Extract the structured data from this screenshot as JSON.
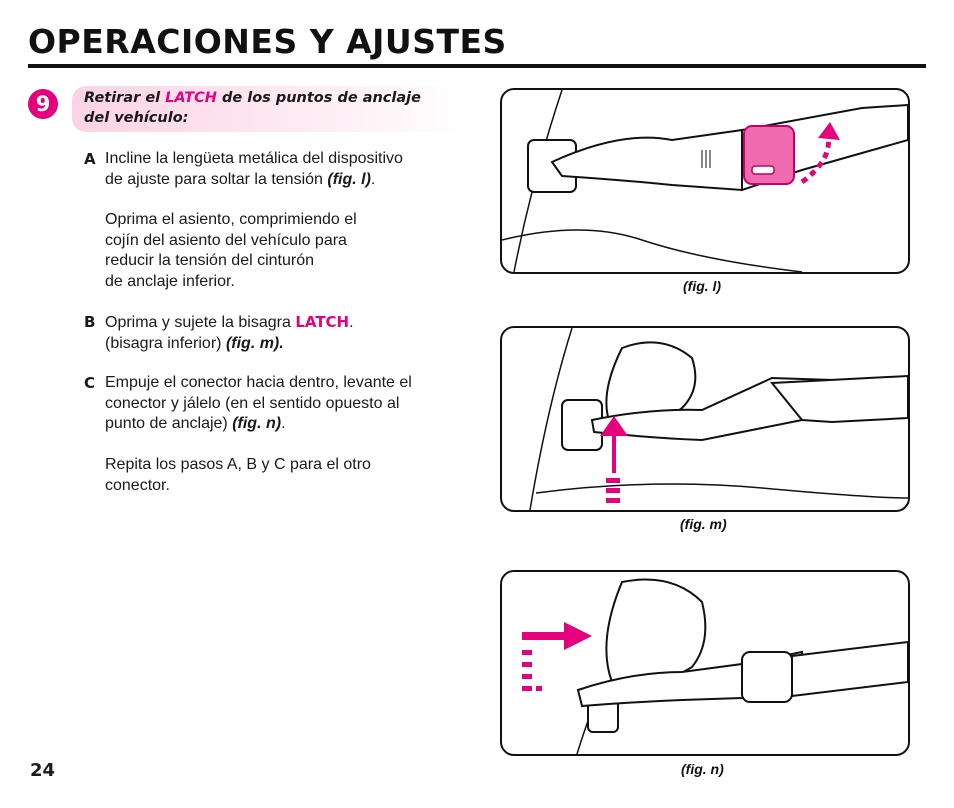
{
  "page": {
    "title": "OPERACIONES Y AJUSTES",
    "page_number": "24"
  },
  "step": {
    "number": "9",
    "heading_pre": "Retirar el ",
    "heading_latch": "LATCH",
    "heading_post": " de los puntos de anclaje",
    "heading_line2": "del vehículo:"
  },
  "instructions": {
    "a": {
      "letter": "A",
      "line1": "Incline la lengüeta metálica del dispositivo",
      "line2_pre": "de ajuste para soltar la tensión ",
      "line2_ref": "(fig. l)",
      "line2_post": ".",
      "para2": [
        "Oprima el asiento, comprimiendo el",
        "cojín del asiento del vehículo para",
        "reducir la tensión del cinturón",
        "de anclaje inferior."
      ]
    },
    "b": {
      "letter": "B",
      "line1_pre": "Oprima y sujete la bisagra ",
      "line1_latch": "LATCH",
      "line1_post": ".",
      "line2_pre": "(bisagra inferior) ",
      "line2_ref": "(fig. m)."
    },
    "c": {
      "letter": "C",
      "line1": "Empuje el conector hacia dentro, levante el",
      "line2": "conector y jálelo (en el sentido opuesto al",
      "line3_pre": "punto de anclaje) ",
      "line3_ref": "(fig. n)",
      "line3_post": ".",
      "para2": [
        "Repita los pasos A, B y C para el otro",
        "conector."
      ]
    }
  },
  "figures": [
    {
      "caption": "(fig. l)"
    },
    {
      "caption": "(fig. m)"
    },
    {
      "caption": "(fig. n)"
    }
  ],
  "colors": {
    "accent": "#e6007e",
    "text": "#1a1a1a"
  }
}
